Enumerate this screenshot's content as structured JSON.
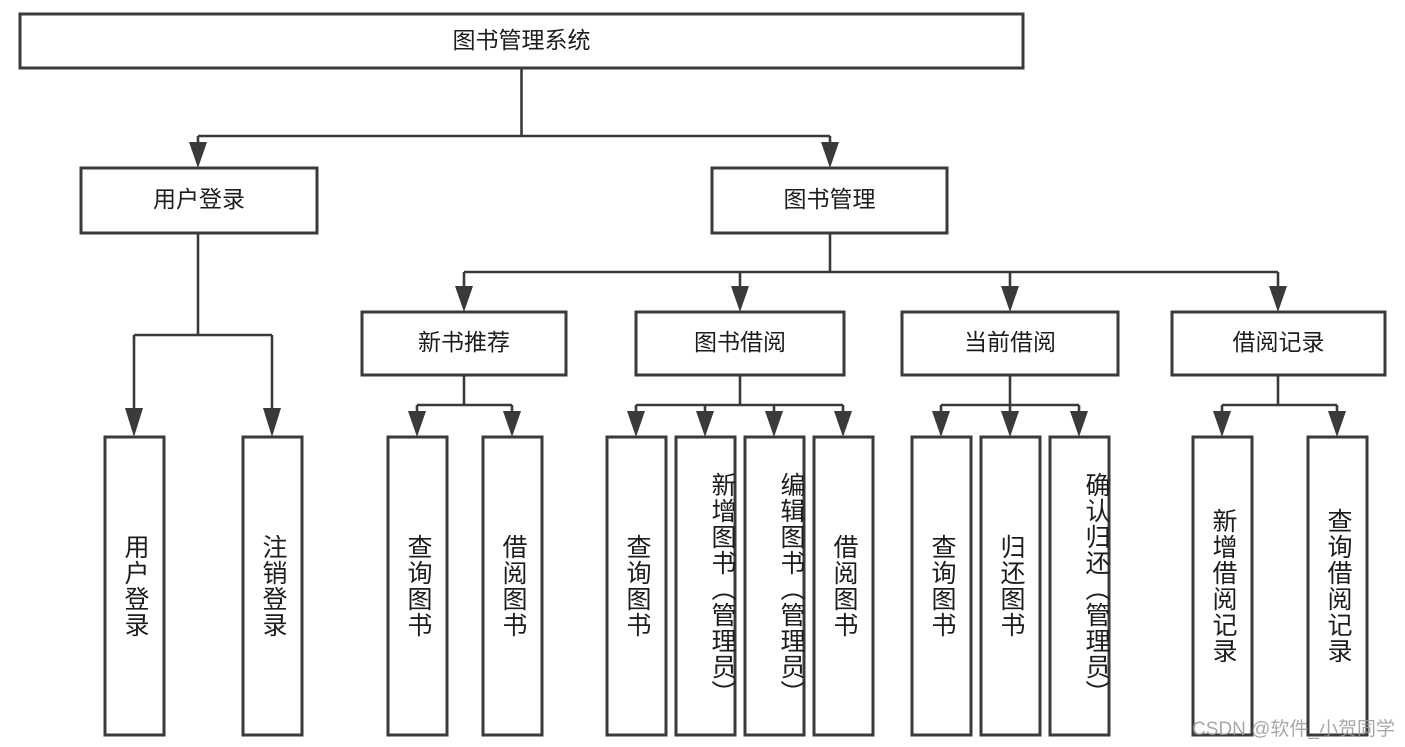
{
  "diagram": {
    "type": "tree-hierarchy",
    "title": "图书管理系统",
    "watermark": "CSDN @软件_小贺同学",
    "colors": {
      "box_stroke": "#3a3a3a",
      "box_fill": "#ffffff",
      "connector": "#3a3a3a",
      "text": "#1d1d1d",
      "watermark": "#9a9a9a",
      "background": "#ffffff"
    },
    "nodes": {
      "root": {
        "label": "图书管理系统",
        "orientation": "horizontal"
      },
      "level1": [
        {
          "id": "user-login",
          "label": "用户登录",
          "orientation": "horizontal"
        },
        {
          "id": "book-management",
          "label": "图书管理",
          "orientation": "horizontal"
        }
      ],
      "level2": [
        {
          "id": "new-book-recommend",
          "label": "新书推荐",
          "orientation": "horizontal"
        },
        {
          "id": "book-borrow",
          "label": "图书借阅",
          "orientation": "horizontal"
        },
        {
          "id": "current-borrow",
          "label": "当前借阅",
          "orientation": "horizontal"
        },
        {
          "id": "borrow-record",
          "label": "借阅记录",
          "orientation": "horizontal"
        }
      ],
      "leaves": {
        "user-login": [
          {
            "id": "leaf-user-login",
            "label": "用户登录",
            "orientation": "vertical"
          },
          {
            "id": "leaf-logout",
            "label": "注销登录",
            "orientation": "vertical"
          }
        ],
        "new-book-recommend": [
          {
            "id": "leaf-query-book-1",
            "label": "查询图书",
            "orientation": "vertical"
          },
          {
            "id": "leaf-borrow-book-1",
            "label": "借阅图书",
            "orientation": "vertical"
          }
        ],
        "book-borrow": [
          {
            "id": "leaf-query-book-2",
            "label": "查询图书",
            "orientation": "vertical"
          },
          {
            "id": "leaf-add-book",
            "label": "新增图书（管理员）",
            "orientation": "vertical"
          },
          {
            "id": "leaf-edit-book",
            "label": "编辑图书（管理员）",
            "orientation": "vertical"
          },
          {
            "id": "leaf-borrow-book-2",
            "label": "借阅图书",
            "orientation": "vertical"
          }
        ],
        "current-borrow": [
          {
            "id": "leaf-query-book-3",
            "label": "查询图书",
            "orientation": "vertical"
          },
          {
            "id": "leaf-return-book",
            "label": "归还图书",
            "orientation": "vertical"
          },
          {
            "id": "leaf-confirm-return",
            "label": "确认归还（管理员）",
            "orientation": "vertical"
          }
        ],
        "borrow-record": [
          {
            "id": "leaf-add-record",
            "label": "新增借阅记录",
            "orientation": "vertical"
          },
          {
            "id": "leaf-query-record",
            "label": "查询借阅记录",
            "orientation": "vertical"
          }
        ]
      }
    }
  }
}
